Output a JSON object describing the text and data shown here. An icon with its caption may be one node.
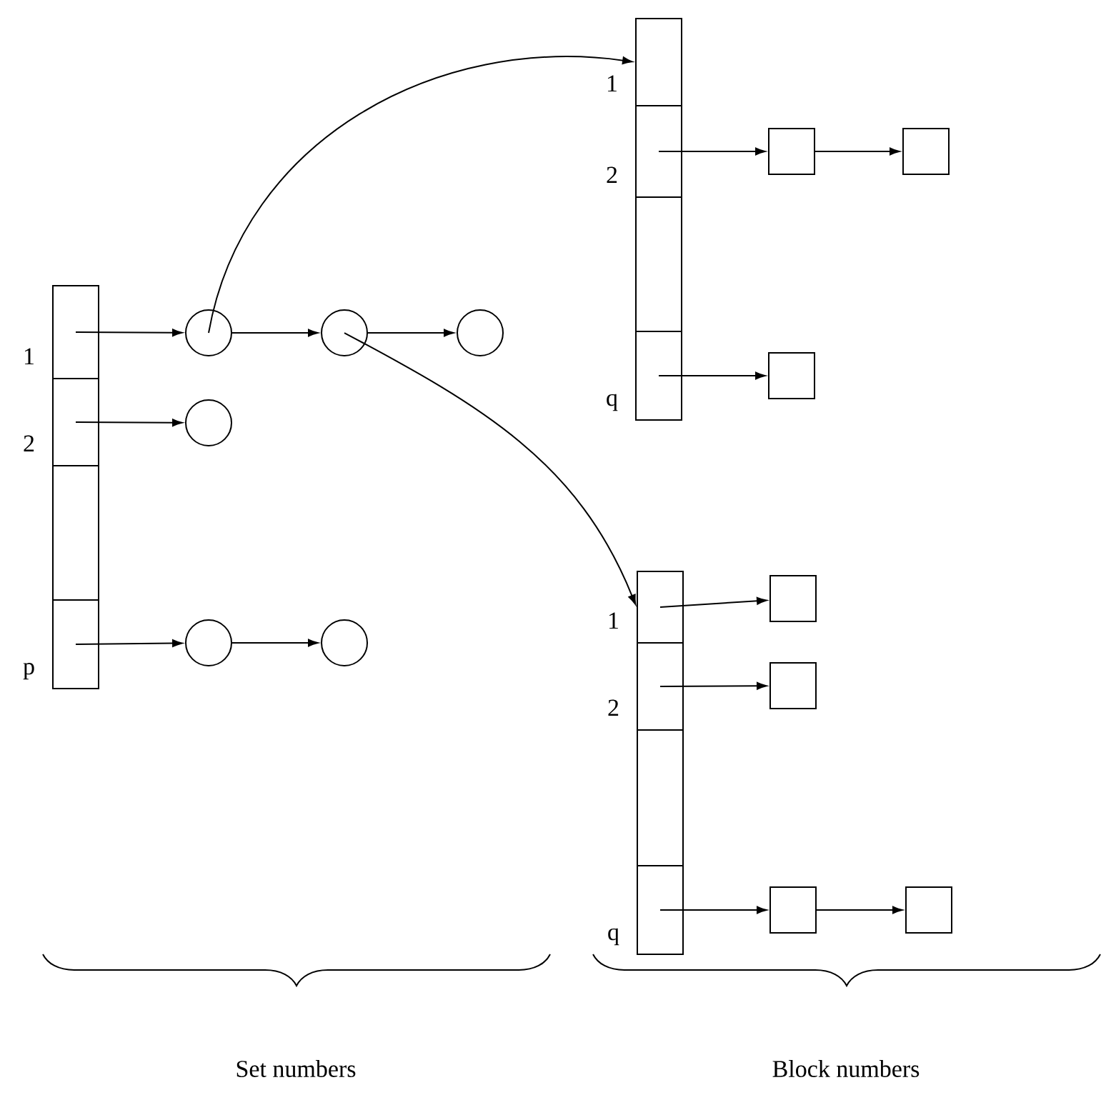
{
  "diagram": {
    "nodes": [
      {
        "text": [],
        "shape": "box",
        "beside": [
          "1"
        ]
      },
      {
        "text": [],
        "shape": "box",
        "beside": [
          "2"
        ]
      },
      {
        "text": [],
        "shape": "box"
      },
      {
        "text": [],
        "shape": "box",
        "beside": [
          "p"
        ]
      },
      {
        "text": [],
        "shape": "circle"
      },
      {
        "text": [],
        "shape": "circle"
      },
      {
        "text": [],
        "shape": "circle"
      },
      {
        "text": [],
        "shape": "circle"
      },
      {
        "text": [],
        "shape": "circle"
      },
      {
        "text": [],
        "shape": "circle"
      },
      {
        "text": [],
        "shape": "box",
        "beside": [
          "1"
        ]
      },
      {
        "text": [],
        "shape": "box",
        "beside": [
          "2"
        ]
      },
      {
        "text": [],
        "shape": "box"
      },
      {
        "text": [],
        "shape": "box",
        "beside": [
          "q"
        ]
      },
      {
        "text": [],
        "shape": "box"
      },
      {
        "text": [],
        "shape": "box"
      },
      {
        "text": [],
        "shape": "box"
      },
      {
        "text": [],
        "shape": "box",
        "beside": [
          "1"
        ]
      },
      {
        "text": [],
        "shape": "box",
        "beside": [
          "2"
        ]
      },
      {
        "text": [],
        "shape": "box"
      },
      {
        "text": [],
        "shape": "box",
        "beside": [
          "q"
        ]
      },
      {
        "text": [],
        "shape": "box"
      },
      {
        "text": [],
        "shape": "box"
      },
      {
        "text": [],
        "shape": "box"
      },
      {
        "text": [],
        "shape": "box"
      }
    ],
    "edges": [
      {
        "from": 0,
        "to": 4,
        "arrow": "to"
      },
      {
        "from": 1,
        "to": 7,
        "arrow": "to"
      },
      {
        "from": 3,
        "to": 8,
        "arrow": "to"
      },
      {
        "from": 4,
        "to": 5,
        "arrow": "to"
      },
      {
        "from": 5,
        "to": 6,
        "arrow": "to"
      },
      {
        "from": 8,
        "to": 9,
        "arrow": "to"
      },
      {
        "from": 4,
        "to": 10,
        "arrow": "to"
      },
      {
        "from": 5,
        "to": 17,
        "arrow": "to"
      },
      {
        "from": 11,
        "to": 14,
        "arrow": "to"
      },
      {
        "from": 14,
        "to": 15,
        "arrow": "to"
      },
      {
        "from": 13,
        "to": 16,
        "arrow": "to"
      },
      {
        "from": 17,
        "to": 21,
        "arrow": "to"
      },
      {
        "from": 18,
        "to": 22,
        "arrow": "to"
      },
      {
        "from": 20,
        "to": 23,
        "arrow": "to"
      },
      {
        "from": 23,
        "to": 24,
        "arrow": "to"
      }
    ],
    "labels": [
      "Set numbers",
      "Block numbers"
    ]
  }
}
